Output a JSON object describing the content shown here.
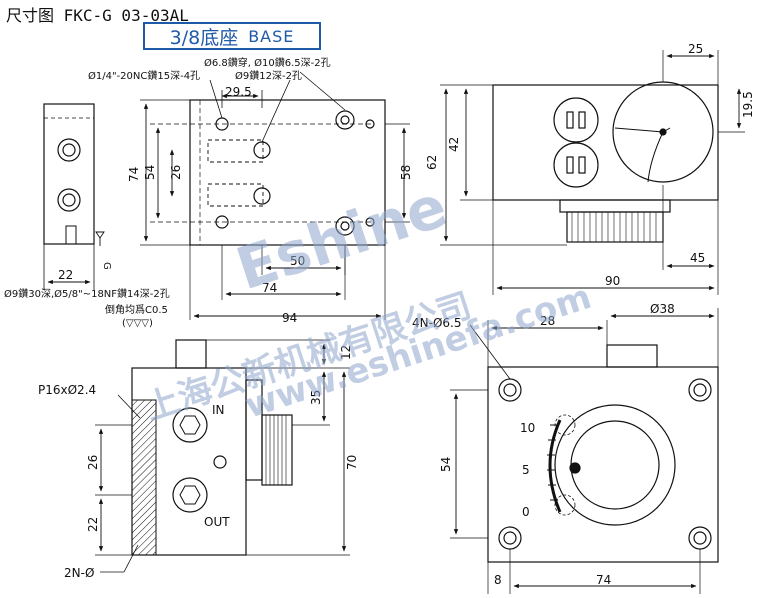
{
  "header": {
    "title": "尺寸图 FKC-G 03-03AL"
  },
  "base_label": {
    "size": "3/8底座",
    "word": "BASE"
  },
  "watermark": {
    "brand": "Eshine",
    "company": "上海公新机械有限公司",
    "url": "www.eshinefa.com"
  },
  "colors": {
    "ink": "#111111",
    "accent": "#1f5aa8",
    "watermark": "#8fa6cc"
  },
  "side_view": {
    "dim_22": "22",
    "mark_g": "G",
    "note_ports": "Ø9鑽30深,Ø5/8\"~18NF鑽14深-2孔"
  },
  "top_view": {
    "note_holes_a": "Ø6.8鑽穿, Ø10鑽6.5深-2孔",
    "note_thread": "Ø1/4\"-20NC鑽15深-4孔",
    "note_holes_b": "Ø9鑽12深-2孔",
    "dim_29_5": "29.5",
    "dim_74v": "74",
    "dim_54": "54",
    "dim_26": "26",
    "dim_58": "58",
    "dim_50": "50",
    "dim_74h": "74",
    "dim_94": "94",
    "note_chamfer": "倒角均爲C0.5",
    "chamfer_symbol": "(▽▽▽)"
  },
  "right_top_view": {
    "dim_25": "25",
    "dim_19_5": "19.5",
    "dim_62": "62",
    "dim_42": "42",
    "dim_45": "45",
    "dim_90": "90"
  },
  "front_view": {
    "note_p16": "P16xØ2.4",
    "label_in": "IN",
    "label_out": "OUT",
    "dim_12": "12",
    "dim_35": "35",
    "dim_70": "70",
    "dim_26": "26",
    "dim_22": "22",
    "note_2n": "2N-Ø"
  },
  "bottom_right_view": {
    "note_4n": "4N-Ø6.5",
    "dim_28": "28",
    "dim_38": "Ø38",
    "dim_54": "54",
    "dial_10": "10",
    "dial_5": "5",
    "dial_0": "0",
    "dim_8": "8",
    "dim_74": "74"
  }
}
